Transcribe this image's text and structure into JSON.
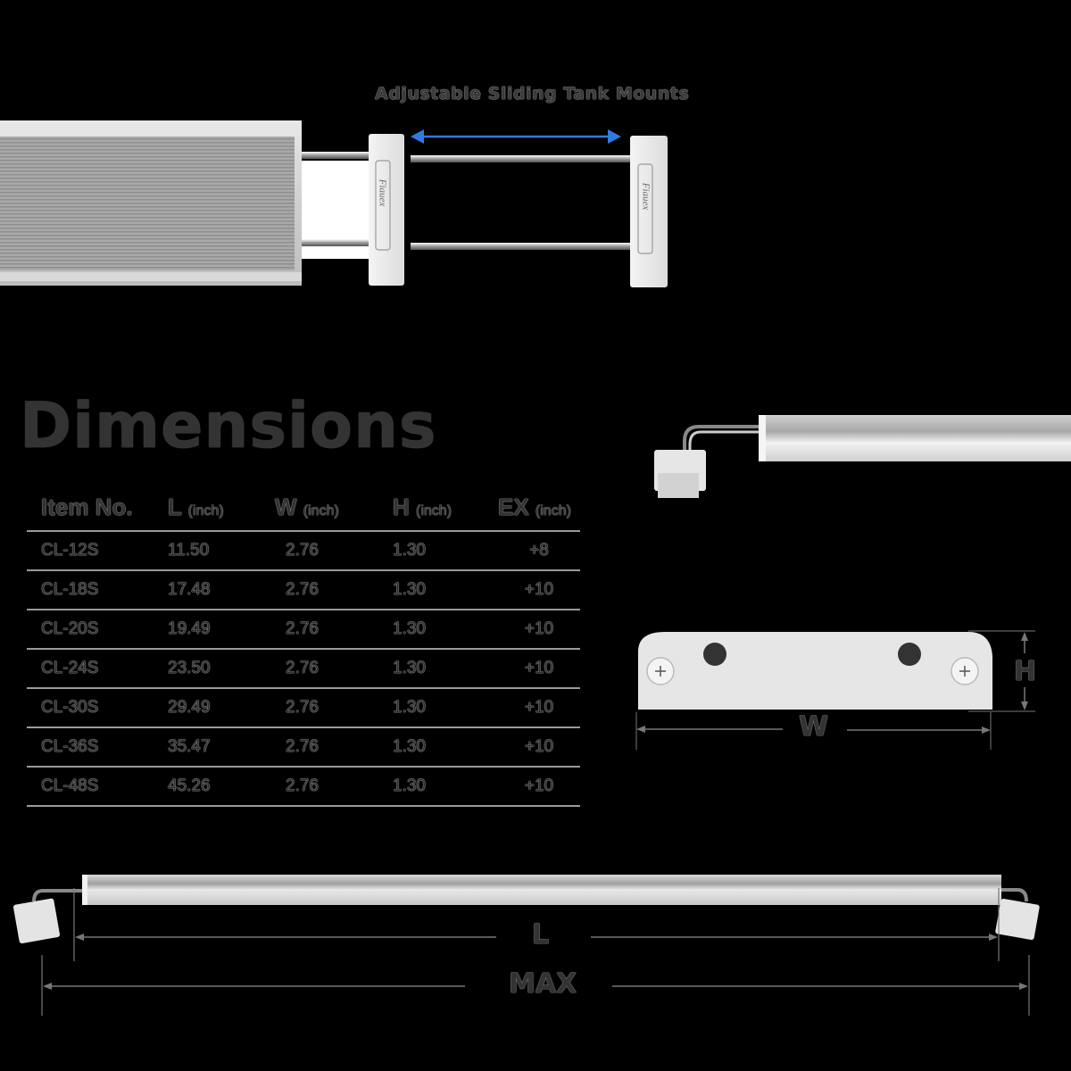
{
  "top_section": {
    "caption": "Adjustable Sliding Tank Mounts",
    "arrow_color": "#2f7be0",
    "brand_mark": "Fiauex"
  },
  "title": "Dimensions",
  "table": {
    "headers": [
      {
        "label": "Item No.",
        "unit": ""
      },
      {
        "label": "L",
        "unit": "(inch)"
      },
      {
        "label": "W",
        "unit": "(inch)"
      },
      {
        "label": "H",
        "unit": "(inch)"
      },
      {
        "label": "EX",
        "unit": "(inch)"
      }
    ],
    "rows": [
      [
        "CL-12S",
        "11.50",
        "2.76",
        "1.30",
        "+8"
      ],
      [
        "CL-18S",
        "17.48",
        "2.76",
        "1.30",
        "+10"
      ],
      [
        "CL-20S",
        "19.49",
        "2.76",
        "1.30",
        "+10"
      ],
      [
        "CL-24S",
        "23.50",
        "2.76",
        "1.30",
        "+10"
      ],
      [
        "CL-30S",
        "29.49",
        "2.76",
        "1.30",
        "+10"
      ],
      [
        "CL-36S",
        "35.47",
        "2.76",
        "1.30",
        "+10"
      ],
      [
        "CL-48S",
        "45.26",
        "2.76",
        "1.30",
        "+10"
      ]
    ]
  },
  "end_view": {
    "w_label": "W",
    "h_label": "H"
  },
  "bottom_view": {
    "l_label": "L",
    "max_label": "MAX"
  }
}
